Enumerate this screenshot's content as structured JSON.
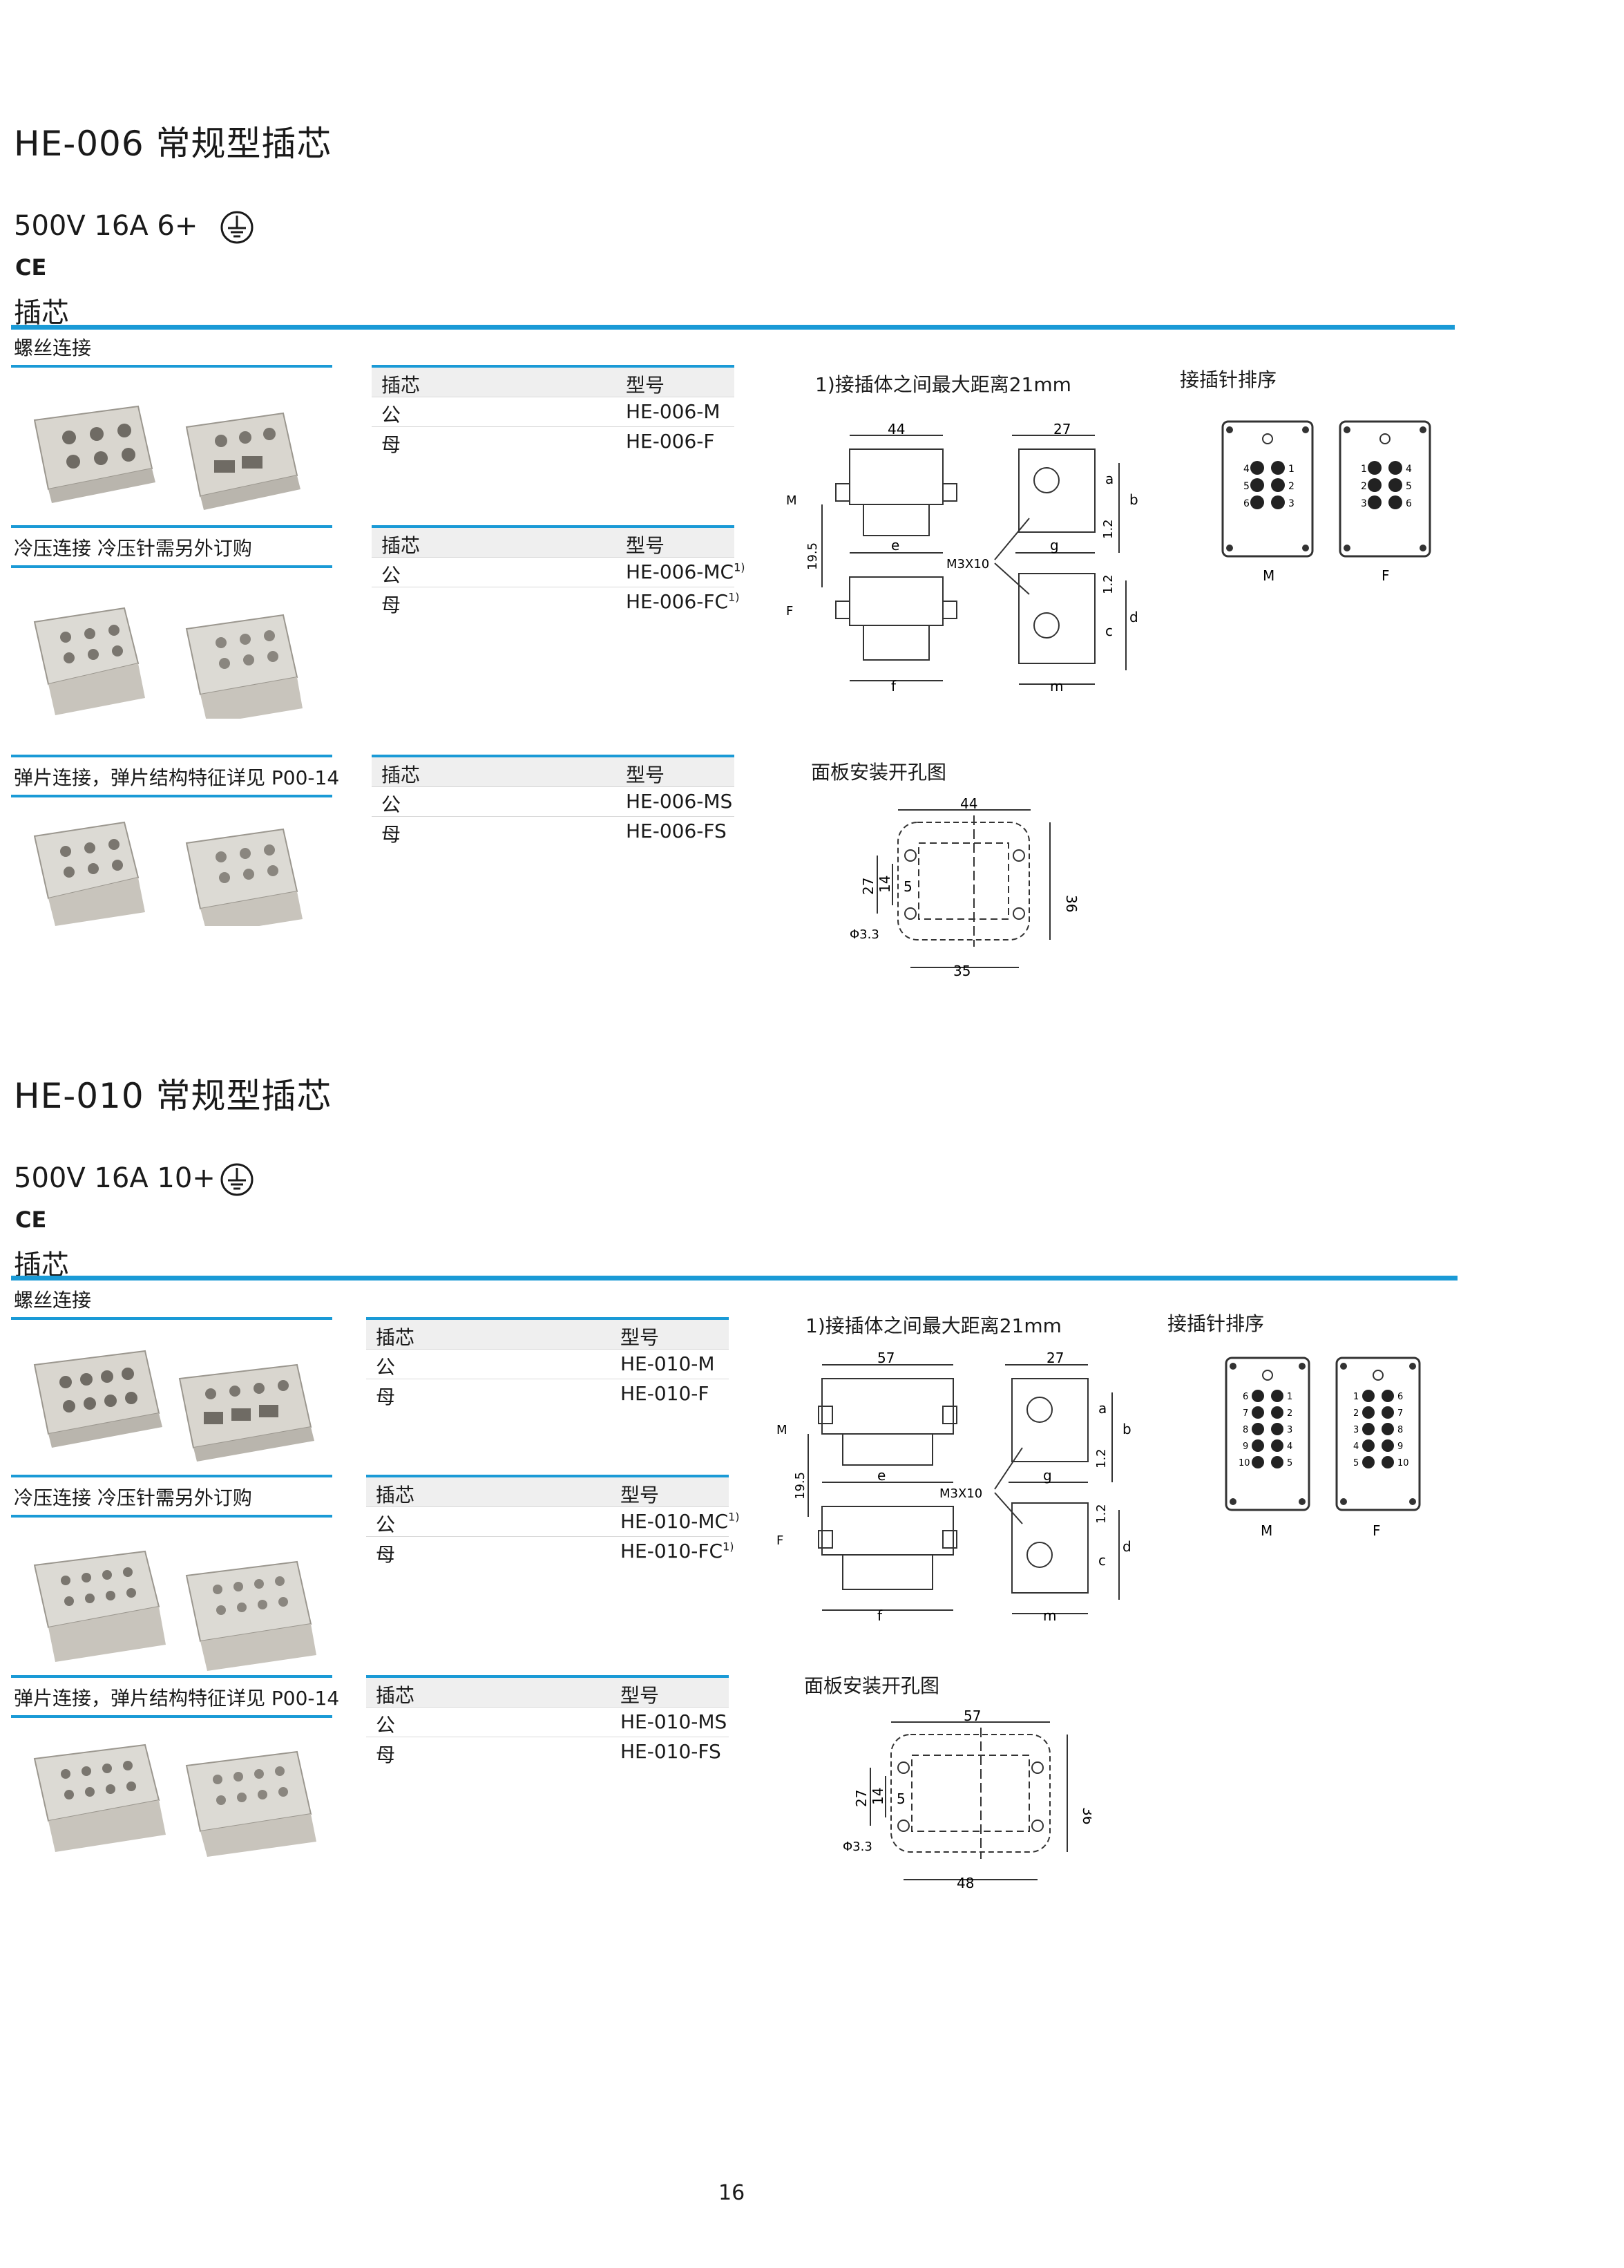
{
  "sections": [
    {
      "title": "HE-006 常规型插芯",
      "rating": "500V  16A  6+",
      "ce": "CE",
      "subtitle": "插芯",
      "categories": [
        {
          "label": "螺丝连接",
          "table": {
            "headers": [
              "插芯",
              "型号"
            ],
            "rows": [
              [
                "公",
                "HE-006-M"
              ],
              [
                "母",
                "HE-006-F"
              ]
            ]
          }
        },
        {
          "label": "冷压连接 冷压针需另外订购",
          "table": {
            "headers": [
              "插芯",
              "型号"
            ],
            "rows": [
              [
                "公",
                "HE-006-MC"
              ],
              [
                "母",
                "HE-006-FC"
              ]
            ]
          }
        },
        {
          "label": "弹片连接，弹片结构特征详见 P00-14",
          "table": {
            "headers": [
              "插芯",
              "型号"
            ],
            "rows": [
              [
                "公",
                "HE-006-MS"
              ],
              [
                "母",
                "HE-006-FS"
              ]
            ]
          }
        }
      ],
      "note": "1)接插体之间最大距离21mm",
      "pin_title": "接插针排序",
      "panel_title": "面板安装开孔图",
      "dims": {
        "width": "44",
        "depth": "27",
        "hole_span": "35",
        "panel_height": "36",
        "pitch_27": "27",
        "pitch_14": "14",
        "offset": "5",
        "hole_dia": "Φ3.3",
        "screw": "M3X10",
        "height": "19.5",
        "sup": "1)",
        "e": "e",
        "f": "f",
        "g": "g",
        "m": "m",
        "a": "a",
        "b": "b",
        "c": "c",
        "d": "d",
        "gap": "1.2",
        "label_m": "M",
        "label_f": "F"
      },
      "pins_m": [
        "4",
        "1",
        "5",
        "2",
        "6",
        "3"
      ],
      "pins_f": [
        "1",
        "4",
        "2",
        "5",
        "3",
        "6"
      ],
      "pin_labels": [
        "M",
        "F"
      ]
    },
    {
      "title": "HE-010 常规型插芯",
      "rating": "500V  16A  10+",
      "ce": "CE",
      "subtitle": "插芯",
      "categories": [
        {
          "label": "螺丝连接",
          "table": {
            "headers": [
              "插芯",
              "型号"
            ],
            "rows": [
              [
                "公",
                "HE-010-M"
              ],
              [
                "母",
                "HE-010-F"
              ]
            ]
          }
        },
        {
          "label": "冷压连接 冷压针需另外订购",
          "table": {
            "headers": [
              "插芯",
              "型号"
            ],
            "rows": [
              [
                "公",
                "HE-010-MC"
              ],
              [
                "母",
                "HE-010-FC"
              ]
            ]
          }
        },
        {
          "label": "弹片连接，弹片结构特征详见 P00-14",
          "table": {
            "headers": [
              "插芯",
              "型号"
            ],
            "rows": [
              [
                "公",
                "HE-010-MS"
              ],
              [
                "母",
                "HE-010-FS"
              ]
            ]
          }
        }
      ],
      "note": "1)接插体之间最大距离21mm",
      "pin_title": "接插针排序",
      "panel_title": "面板安装开孔图",
      "dims": {
        "width": "57",
        "depth": "27",
        "hole_span": "48",
        "panel_height": "36",
        "pitch_27": "27",
        "pitch_14": "14",
        "offset": "5",
        "hole_dia": "Φ3.3",
        "screw": "M3X10",
        "height": "19.5",
        "sup": "1)",
        "e": "e",
        "f": "f",
        "g": "g",
        "m": "m",
        "a": "a",
        "b": "b",
        "c": "c",
        "d": "d",
        "gap": "1.2",
        "label_m": "M",
        "label_f": "F"
      },
      "pins_m": [
        "6",
        "1",
        "7",
        "2",
        "8",
        "3",
        "9",
        "4",
        "10",
        "5"
      ],
      "pins_f": [
        "1",
        "6",
        "2",
        "7",
        "3",
        "8",
        "4",
        "9",
        "5",
        "10"
      ],
      "pin_labels": [
        "M",
        "F"
      ]
    }
  ],
  "page_number": "16",
  "colors": {
    "accent": "#1a9ad6",
    "photo_body": "#d9d6cf",
    "photo_shadow": "#9b978f"
  }
}
